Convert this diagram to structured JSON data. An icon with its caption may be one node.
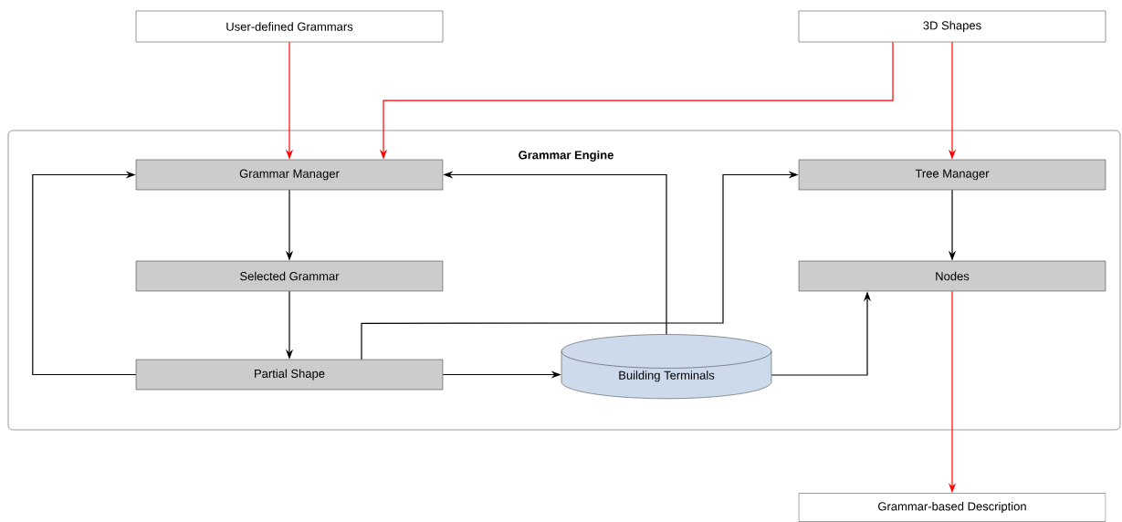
{
  "diagram": {
    "nodes": [
      {
        "text": [
          "User-defined Grammars"
        ]
      },
      {
        "text": [
          "3D Shapes"
        ]
      },
      {
        "text": [
          "Grammar Engine"
        ]
      },
      {
        "text": [
          "Grammar Manager"
        ],
        "in": 2
      },
      {
        "text": [
          "Tree Manager"
        ],
        "in": 2
      },
      {
        "text": [
          "Selected Grammar"
        ],
        "in": 2
      },
      {
        "text": [
          "Nodes"
        ],
        "in": 2
      },
      {
        "text": [
          "Partial Shape"
        ],
        "in": 2
      },
      {
        "text": [
          "Building Terminals"
        ],
        "in": 2
      },
      {
        "text": [
          "Grammar-based Description"
        ]
      }
    ],
    "edges": [
      {
        "from": 0,
        "to": 3,
        "arrow": "to",
        "color": "#ff0000"
      },
      {
        "from": 1,
        "to": 3,
        "arrow": "to",
        "color": "#ff0000"
      },
      {
        "from": 1,
        "to": 4,
        "arrow": "to",
        "color": "#ff0000"
      },
      {
        "from": 3,
        "to": 5,
        "arrow": "to"
      },
      {
        "from": 5,
        "to": 7,
        "arrow": "to"
      },
      {
        "from": 7,
        "to": 3,
        "arrow": "to"
      },
      {
        "from": 7,
        "to": 8,
        "arrow": "to"
      },
      {
        "from": 7,
        "to": 4,
        "arrow": "to"
      },
      {
        "from": 8,
        "to": 3,
        "arrow": "to"
      },
      {
        "from": 8,
        "to": 6,
        "arrow": "to"
      },
      {
        "from": 4,
        "to": 6,
        "arrow": "to"
      },
      {
        "from": 6,
        "to": 9,
        "arrow": "to",
        "color": "#ff0000"
      }
    ]
  }
}
